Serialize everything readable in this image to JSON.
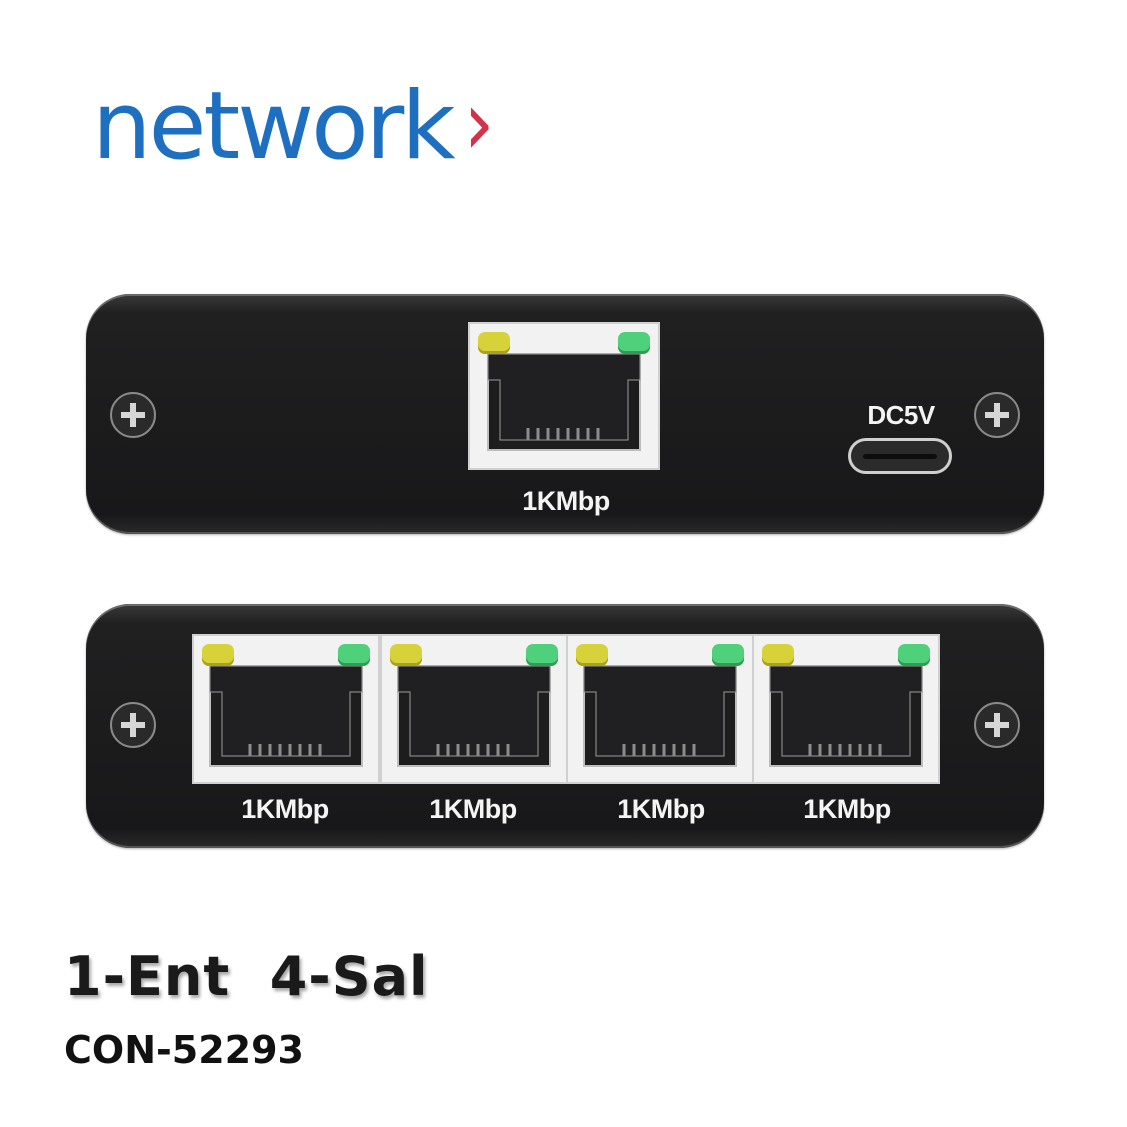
{
  "brand": {
    "name": "network",
    "chevron": "›",
    "text_color": "#1e6fbf",
    "chevron_color": "#d8304a"
  },
  "input_panel": {
    "port_label": "1KMbp",
    "power_label": "DC5V",
    "power_icon": "usb-c-port-icon"
  },
  "output_panel": {
    "ports": [
      {
        "label": "1KMbp"
      },
      {
        "label": "1KMbp"
      },
      {
        "label": "1KMbp"
      },
      {
        "label": "1KMbp"
      }
    ]
  },
  "led_colors": {
    "left": "#d8d23a",
    "right": "#4fd07a"
  },
  "caption": {
    "title": "1-Ent  4-Sal",
    "model": "CON-52293"
  }
}
